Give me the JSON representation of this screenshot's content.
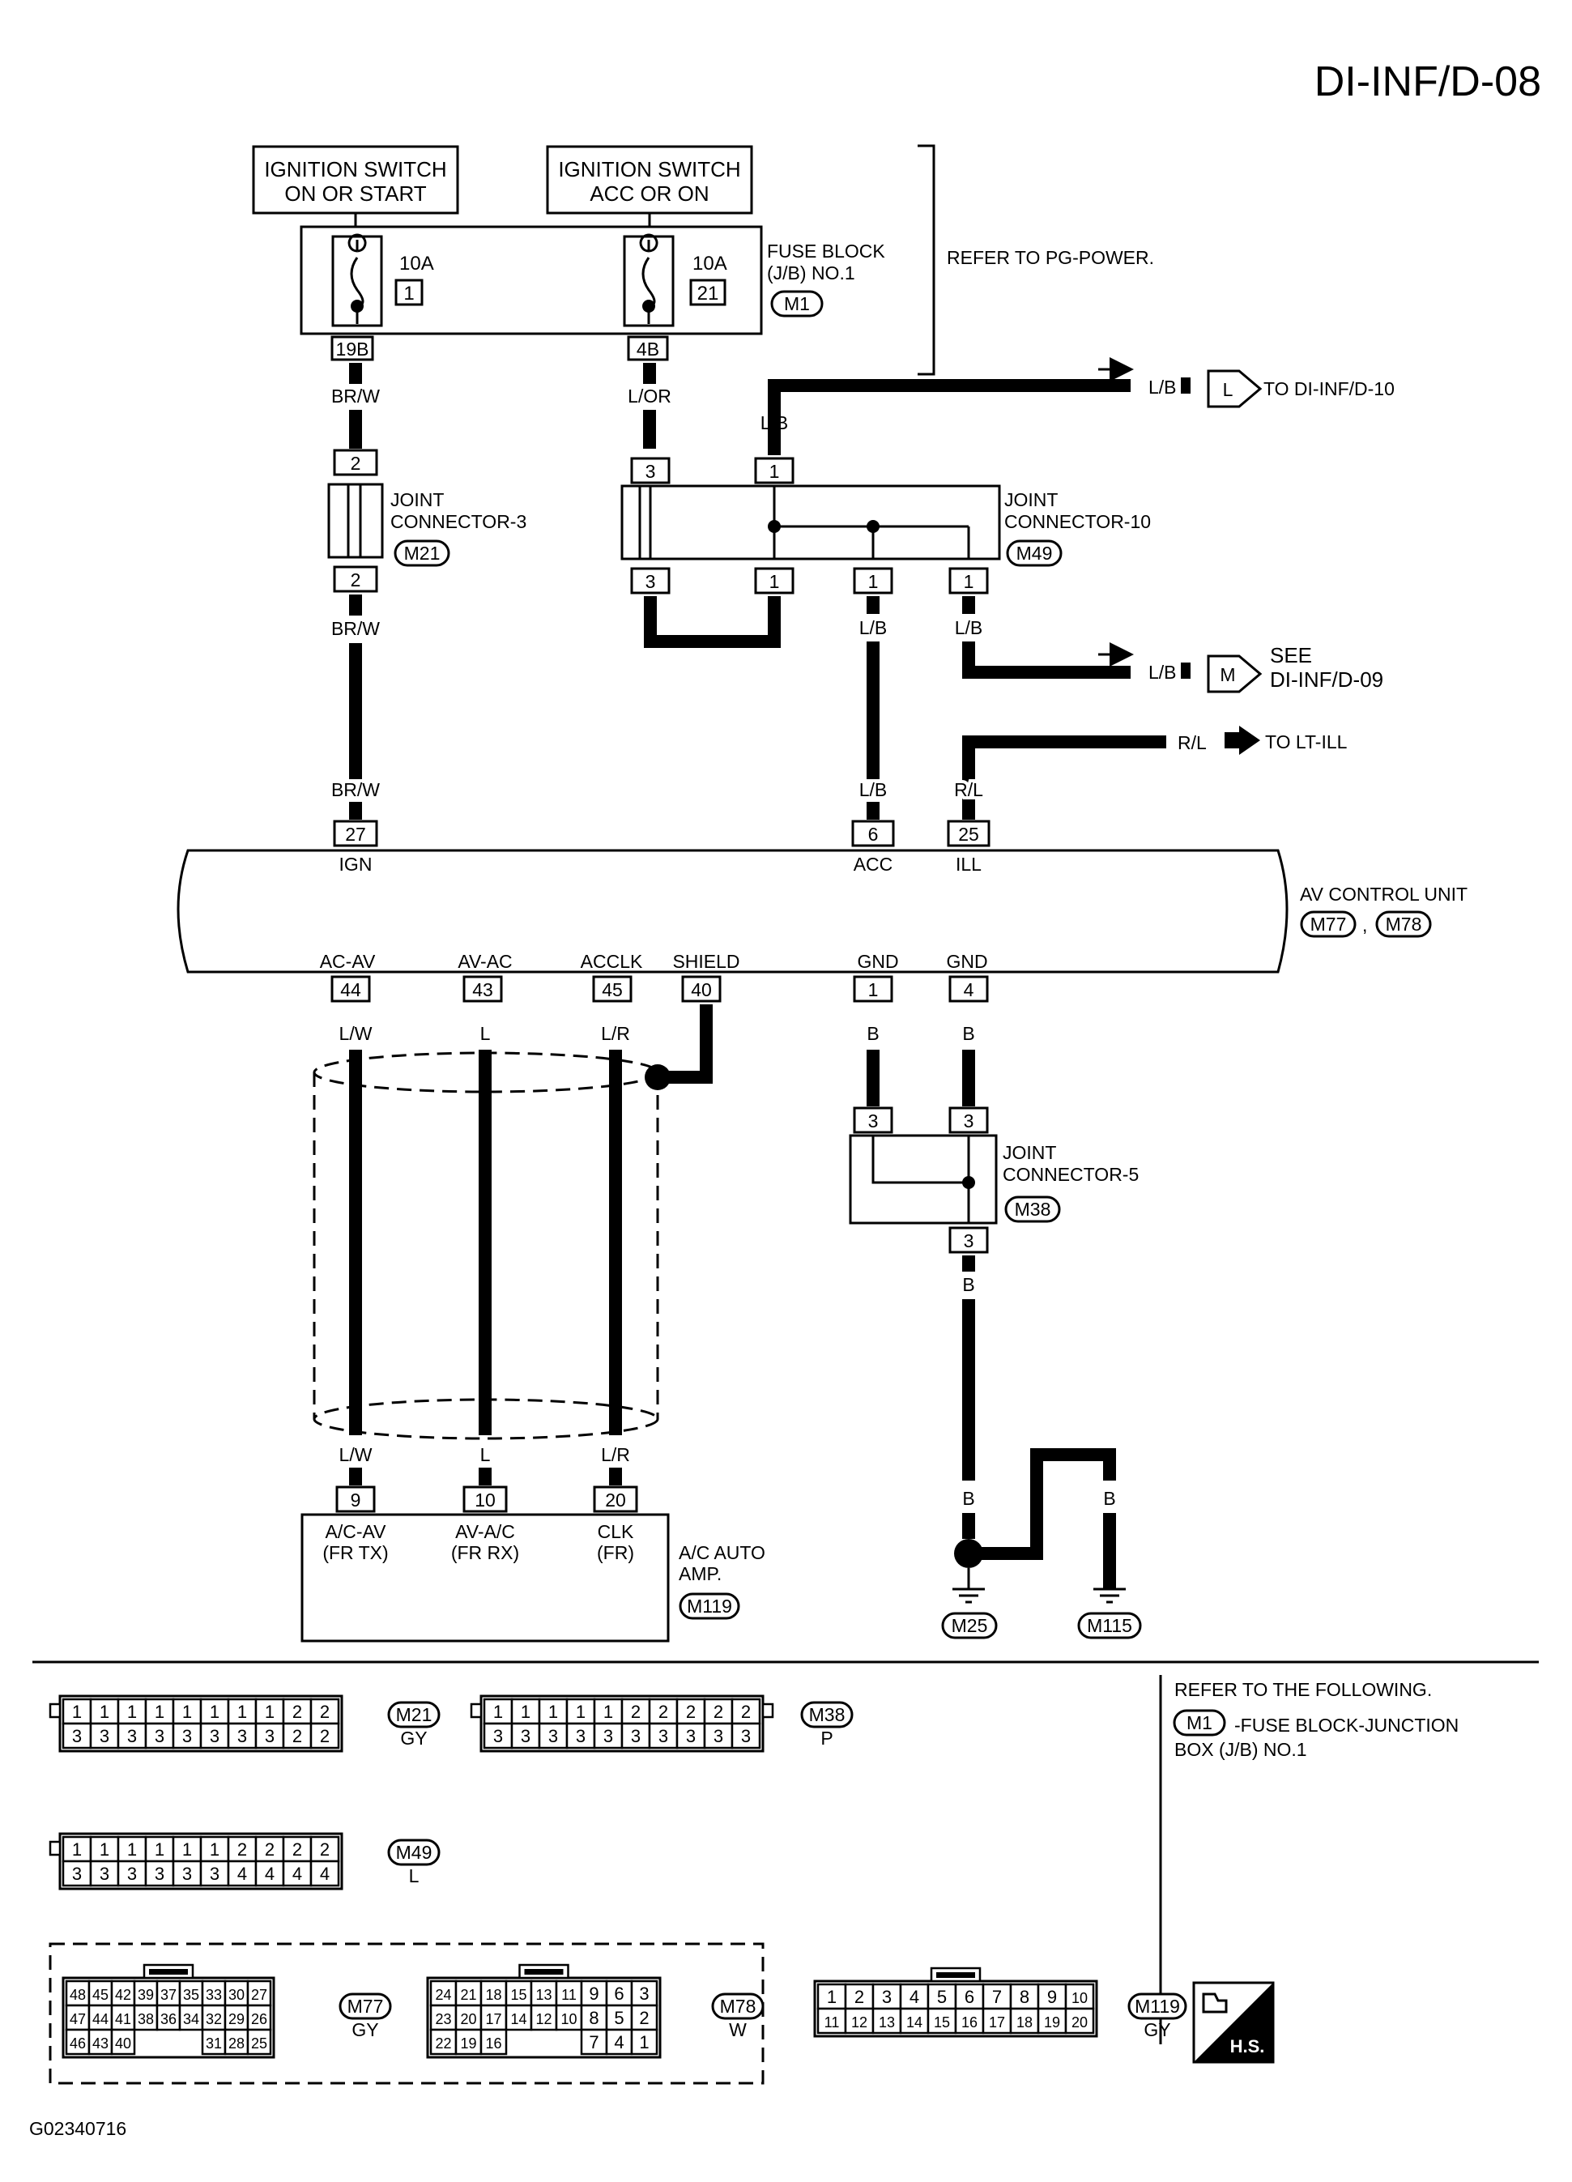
{
  "page_code": "DI-INF/D-08",
  "figure_id": "G02340716",
  "power_sources": [
    {
      "line1": "IGNITION SWITCH",
      "line2": "ON OR START"
    },
    {
      "line1": "IGNITION SWITCH",
      "line2": "ACC OR ON"
    }
  ],
  "fuses": [
    {
      "rating": "10A",
      "number": "1",
      "terminal": "19B",
      "wire": "BR/W"
    },
    {
      "rating": "10A",
      "number": "21",
      "terminal": "4B",
      "wire": "L/OR"
    }
  ],
  "fuse_block": {
    "line1": "FUSE BLOCK",
    "line2": "(J/B) NO.1",
    "connector": "M1"
  },
  "refer_pg_power": "REFER TO PG-POWER.",
  "joint_connector_3": {
    "line1": "JOINT",
    "line2": "CONNECTOR-3",
    "connector": "M21",
    "top_pin": "2",
    "bottom_pin": "2",
    "wire_out": "BR/W"
  },
  "joint_connector_10": {
    "line1": "JOINT",
    "line2": "CONNECTOR-10",
    "connector": "M49",
    "top_pins": [
      "3",
      "1"
    ],
    "bottom_pins": [
      "3",
      "1",
      "1",
      "1"
    ]
  },
  "wires_jc10": {
    "top_lb": "L/B",
    "out_lb_1": "L/B",
    "out_lb_2": "L/B",
    "acc_lb": "L/B",
    "ill_rl": "R/L"
  },
  "offpage": [
    {
      "wire": "L/B",
      "symbol": "L",
      "text": "TO DI-INF/D-10"
    },
    {
      "wire": "L/B",
      "symbol": "M",
      "text_line1": "SEE",
      "text_line2": "DI-INF/D-09"
    },
    {
      "wire": "R/L",
      "text": "TO LT-ILL"
    }
  ],
  "av_control_unit": {
    "title": "AV CONTROL UNIT",
    "connectors": [
      "M77",
      "M78"
    ],
    "separator": ",",
    "top_terminals": [
      {
        "pin": "27",
        "name": "IGN",
        "wire": "BR/W"
      },
      {
        "pin": "6",
        "name": "ACC",
        "wire": "L/B"
      },
      {
        "pin": "25",
        "name": "ILL",
        "wire": "R/L"
      }
    ],
    "bottom_terminals": [
      {
        "pin": "44",
        "name": "AC-AV",
        "wire": "L/W"
      },
      {
        "pin": "43",
        "name": "AV-AC",
        "wire": "L"
      },
      {
        "pin": "45",
        "name": "ACCLK",
        "wire": "L/R"
      },
      {
        "pin": "40",
        "name": "SHIELD",
        "wire": ""
      },
      {
        "pin": "1",
        "name": "GND",
        "wire": "B"
      },
      {
        "pin": "4",
        "name": "GND",
        "wire": "B"
      }
    ]
  },
  "joint_connector_5": {
    "line1": "JOINT",
    "line2": "CONNECTOR-5",
    "connector": "M38",
    "top_pins": [
      "3",
      "3"
    ],
    "bottom_pin": "3",
    "wire_out": "B"
  },
  "ac_auto_amp": {
    "line1": "A/C AUTO",
    "line2": "AMP.",
    "connector": "M119",
    "terminals": [
      {
        "pin": "9",
        "name1": "A/C-AV",
        "name2": "(FR TX)",
        "wire": "L/W"
      },
      {
        "pin": "10",
        "name1": "AV-A/C",
        "name2": "(FR RX)",
        "wire": "L"
      },
      {
        "pin": "20",
        "name1": "CLK",
        "name2": "(FR)",
        "wire": "L/R"
      }
    ]
  },
  "grounds": [
    {
      "connector": "M25",
      "wire": "B"
    },
    {
      "connector": "M115",
      "wire": "B"
    }
  ],
  "ground_wires": [
    "B",
    "B"
  ],
  "connector_views": [
    {
      "id": "M21",
      "color": "GY",
      "rows": [
        [
          "1",
          "1",
          "1",
          "1",
          "1",
          "1",
          "1",
          "1",
          "2",
          "2"
        ],
        [
          "3",
          "3",
          "3",
          "3",
          "3",
          "3",
          "3",
          "3",
          "2",
          "2"
        ]
      ]
    },
    {
      "id": "M38",
      "color": "P",
      "rows": [
        [
          "1",
          "1",
          "1",
          "1",
          "1",
          "2",
          "2",
          "2",
          "2",
          "2"
        ],
        [
          "3",
          "3",
          "3",
          "3",
          "3",
          "3",
          "3",
          "3",
          "3",
          "3"
        ]
      ]
    },
    {
      "id": "M49",
      "color": "L",
      "rows": [
        [
          "1",
          "1",
          "1",
          "1",
          "1",
          "1",
          "2",
          "2",
          "2",
          "2"
        ],
        [
          "3",
          "3",
          "3",
          "3",
          "3",
          "3",
          "4",
          "4",
          "4",
          "4"
        ]
      ]
    },
    {
      "id": "M77",
      "color": "GY",
      "rows": [
        [
          "48",
          "45",
          "42",
          "39",
          "37",
          "35",
          "33",
          "30",
          "27"
        ],
        [
          "47",
          "44",
          "41",
          "38",
          "36",
          "34",
          "32",
          "29",
          "26"
        ],
        [
          "46",
          "43",
          "40",
          "",
          "",
          "",
          "31",
          "28",
          "25"
        ]
      ]
    },
    {
      "id": "M78",
      "color": "W",
      "rows": [
        [
          "24",
          "21",
          "18",
          "15",
          "13",
          "11",
          "9",
          "6",
          "3"
        ],
        [
          "23",
          "20",
          "17",
          "14",
          "12",
          "10",
          "8",
          "5",
          "2"
        ],
        [
          "22",
          "19",
          "16",
          "",
          "",
          "",
          "7",
          "4",
          "1"
        ]
      ]
    },
    {
      "id": "M119",
      "color": "GY",
      "rows": [
        [
          "1",
          "2",
          "3",
          "4",
          "5",
          "6",
          "7",
          "8",
          "9",
          "10"
        ],
        [
          "11",
          "12",
          "13",
          "14",
          "15",
          "16",
          "17",
          "18",
          "19",
          "20"
        ]
      ]
    }
  ],
  "refer_following": {
    "title": "REFER TO THE FOLLOWING.",
    "connector": "M1",
    "line1": "-FUSE BLOCK-JUNCTION",
    "line2": "BOX (J/B) NO.1"
  },
  "hs_badge": "H.S."
}
